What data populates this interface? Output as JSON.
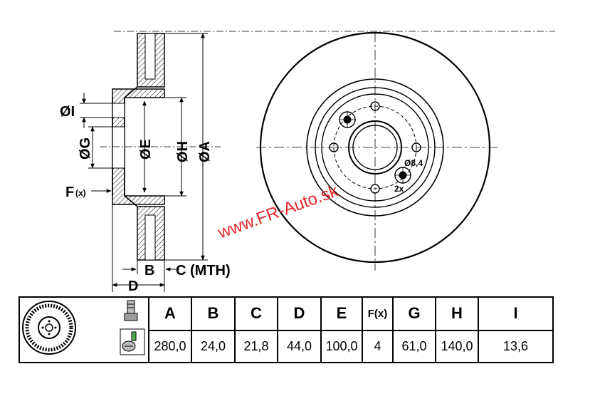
{
  "watermark": "www.FR-Auto.sk",
  "labels": {
    "dia_I": "ØI",
    "dia_G": "ØG",
    "dia_E": "ØE",
    "dia_H": "ØH",
    "dia_A": "ØA",
    "f_letter": "F",
    "f_suffix": "(x)",
    "b": "B",
    "c": "C (MTH)",
    "d": "D",
    "hole_dia": "Ø8,4",
    "hole_count": "2x"
  },
  "table": {
    "headers": [
      "A",
      "B",
      "C",
      "D",
      "E",
      "F(x)",
      "G",
      "H",
      "I"
    ],
    "values": [
      "280,0",
      "24,0",
      "21,8",
      "44,0",
      "100,0",
      "4",
      "61,0",
      "140,0",
      "13,6"
    ]
  },
  "icons": {
    "thumbnail": "brake-disc-thumbnail-icon",
    "bolt": "bolt-icon",
    "screw": "screw-icon"
  }
}
